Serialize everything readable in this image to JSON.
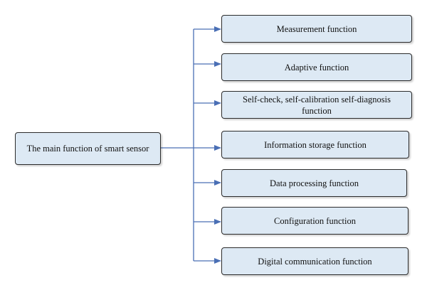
{
  "root": {
    "label": "The main function of smart sensor"
  },
  "functions": [
    {
      "label": "Measurement function"
    },
    {
      "label": "Adaptive function"
    },
    {
      "label": "Self-check, self-calibration self-diagnosis function"
    },
    {
      "label": "Information storage function"
    },
    {
      "label": "Data processing function"
    },
    {
      "label": "Configuration function"
    },
    {
      "label": "Digital communication function"
    }
  ],
  "colors": {
    "connector": "#4a6fb5",
    "box_fill": "#dde9f4",
    "box_border": "#2b2b2b"
  }
}
